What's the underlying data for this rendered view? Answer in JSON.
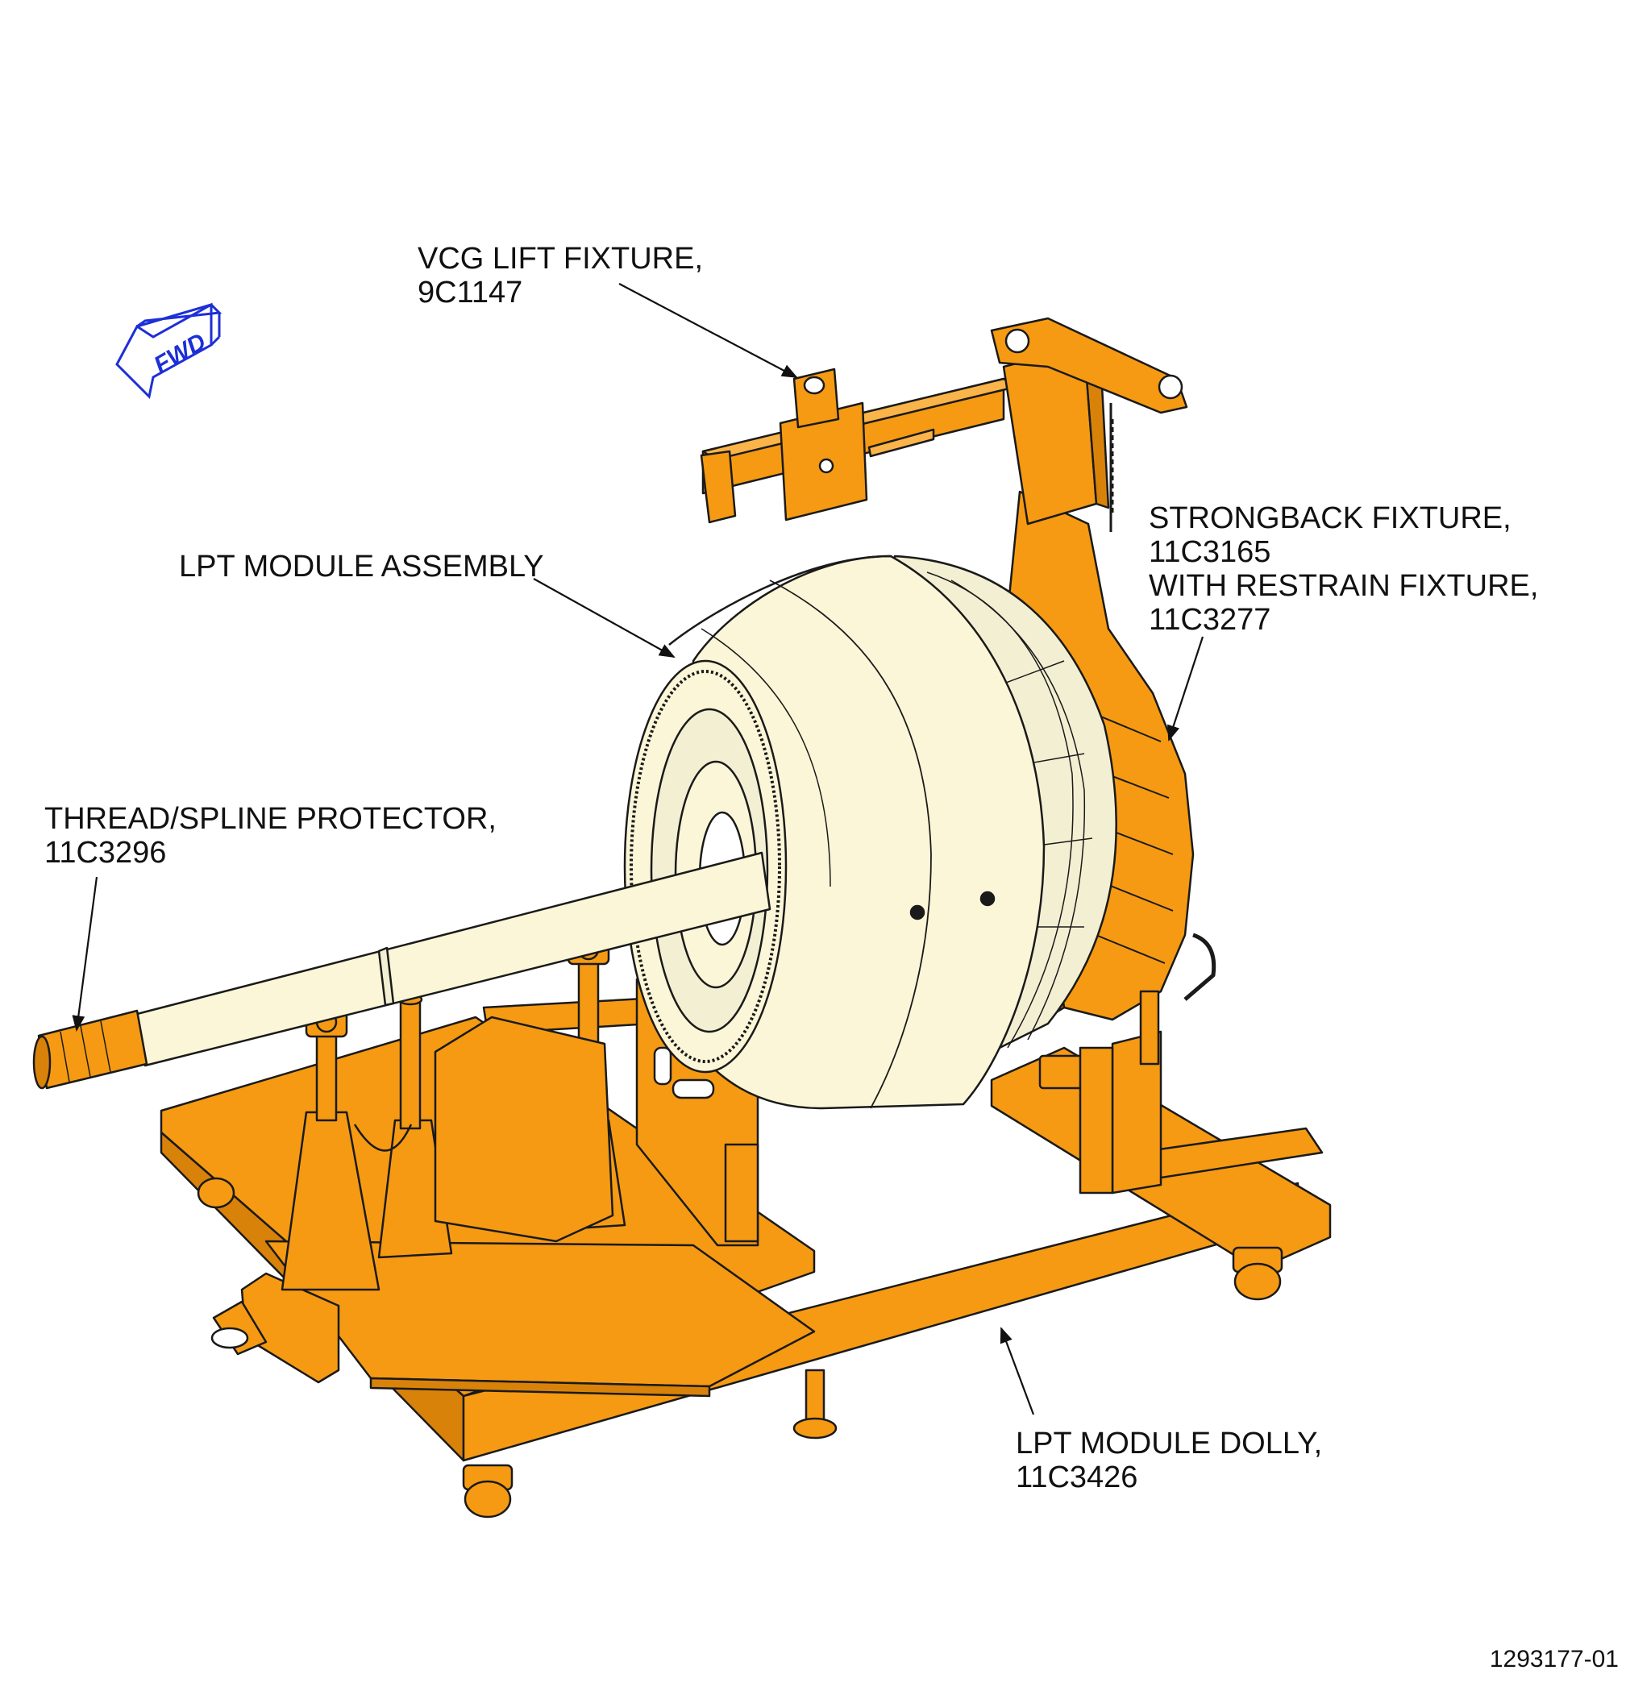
{
  "callouts": {
    "vcg_lift_fixture": {
      "line1": "VCG LIFT FIXTURE,",
      "line2": "9C1147"
    },
    "lpt_module_assembly": {
      "line1": "LPT MODULE ASSEMBLY"
    },
    "strongback_fixture": {
      "line1": "STRONGBACK FIXTURE,",
      "line2": "11C3165",
      "line3": "WITH RESTRAIN FIXTURE,",
      "line4": "11C3277"
    },
    "thread_spline_protector": {
      "line1": "THREAD/SPLINE PROTECTOR,",
      "line2": "11C3296"
    },
    "lpt_module_dolly": {
      "line1": "LPT MODULE DOLLY,",
      "line2": "11C3426"
    }
  },
  "direction_indicator": {
    "label": "FWD",
    "icon": "forward-arrow-icon"
  },
  "figure_number": "1293177-01",
  "colors": {
    "fixture": "#F59A12",
    "module": "#FBF6D7",
    "outline": "#1a1a1a",
    "fwd": "#1d2fd6"
  }
}
